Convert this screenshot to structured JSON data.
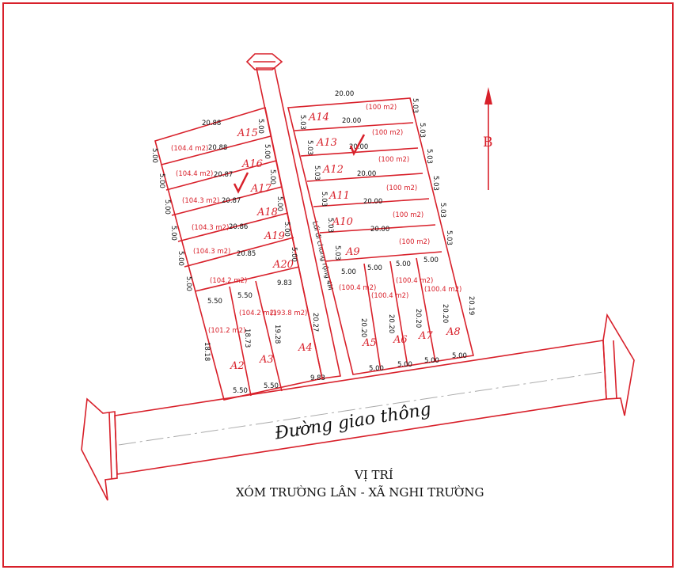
{
  "road_label": "Đường giao thông",
  "alley_label": "Lối đi chung rộng 4M",
  "north_label": "B",
  "caption": {
    "line1": "VỊ TRÍ",
    "line2": "XÓM TRƯỜNG LÂN - XÃ NGHI TRƯỜNG"
  },
  "lots": {
    "A15": {
      "name": "A15",
      "area": "(104.4 m2)"
    },
    "A16": {
      "name": "A16",
      "area": "(104.4 m2)"
    },
    "A17": {
      "name": "A17",
      "area": "(104.3 m2)"
    },
    "A18": {
      "name": "A18",
      "area": "(104.3 m2)"
    },
    "A19": {
      "name": "A19",
      "area": "(104.3 m2)"
    },
    "A20": {
      "name": "A20",
      "area": "(104.2 m2)"
    },
    "A2": {
      "name": "A2",
      "area": "(101.2 m2)"
    },
    "A3": {
      "name": "A3",
      "area": "(104.2 m2)"
    },
    "A4": {
      "name": "A4",
      "area": "(193.8 m2)"
    },
    "A14": {
      "name": "A14",
      "area": "(100 m2)"
    },
    "A13": {
      "name": "A13",
      "area": "(100 m2)"
    },
    "A12": {
      "name": "A12",
      "area": "(100 m2)"
    },
    "A11": {
      "name": "A11",
      "area": "(100 m2)"
    },
    "A10": {
      "name": "A10",
      "area": "(100 m2)"
    },
    "A9": {
      "name": "A9",
      "area": "(100 m2)"
    },
    "A5": {
      "name": "A5",
      "area": "(100.4 m2)"
    },
    "A6": {
      "name": "A6",
      "area": "(100.4 m2)"
    },
    "A7": {
      "name": "A7",
      "area": "(100.4 m2)"
    },
    "A8": {
      "name": "A8",
      "area": "(100.4 m2)"
    }
  },
  "dims": {
    "l_top": "20.88",
    "l_1": "20.88",
    "l_2": "20.87",
    "l_3": "20.87",
    "l_4": "20.86",
    "l_5": "20.85",
    "l_6": "9.83",
    "l_side": "5.00",
    "l_bot_w": "5.50",
    "l_bot_w2": "5.50",
    "l_bot_w3": "9.83",
    "l_top_w": "5.50",
    "l_top_w2": "5.50",
    "l_d1": "18.18",
    "l_d2": "18.73",
    "l_d3": "19.28",
    "l_d4": "20.27",
    "r_top": "20.00",
    "r_row": "20.00",
    "r_side": "5.03",
    "r_w": "5.00",
    "r_d": "20.20",
    "r_d_last": "20.19"
  },
  "colors": {
    "line": "#d8202a",
    "text": "#111111"
  }
}
